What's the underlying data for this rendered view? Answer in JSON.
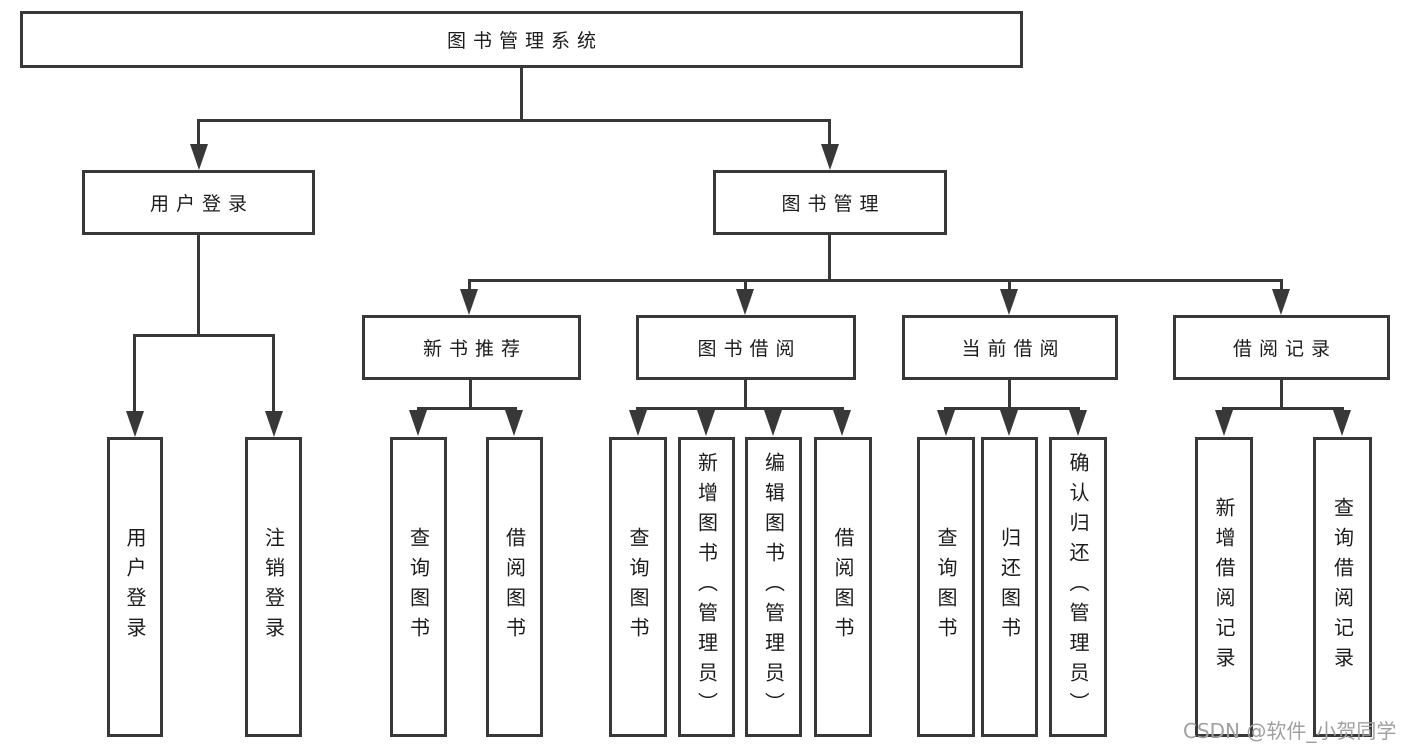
{
  "tree": {
    "label": "图书管理系统",
    "children": [
      {
        "label": "用户登录",
        "children": [
          {
            "label": "用户登录"
          },
          {
            "label": "注销登录"
          }
        ]
      },
      {
        "label": "图书管理",
        "children": [
          {
            "label": "新书推荐",
            "children": [
              {
                "label": "查询图书"
              },
              {
                "label": "借阅图书"
              }
            ]
          },
          {
            "label": "图书借阅",
            "children": [
              {
                "label": "查询图书"
              },
              {
                "label": "新增图书（管理员）"
              },
              {
                "label": "编辑图书（管理员）"
              },
              {
                "label": "借阅图书"
              }
            ]
          },
          {
            "label": "当前借阅",
            "children": [
              {
                "label": "查询图书"
              },
              {
                "label": "归还图书"
              },
              {
                "label": "确认归还（管理员）"
              }
            ]
          },
          {
            "label": "借阅记录",
            "children": [
              {
                "label": "新增借阅记录"
              },
              {
                "label": "查询借阅记录"
              }
            ]
          }
        ]
      }
    ]
  },
  "watermark": {
    "text": "CSDN @软件_小贺同学"
  },
  "colors": {
    "line": "#383838",
    "text": "#1c1c1c",
    "watermark": "#a0a0a0",
    "background": "#ffffff"
  }
}
